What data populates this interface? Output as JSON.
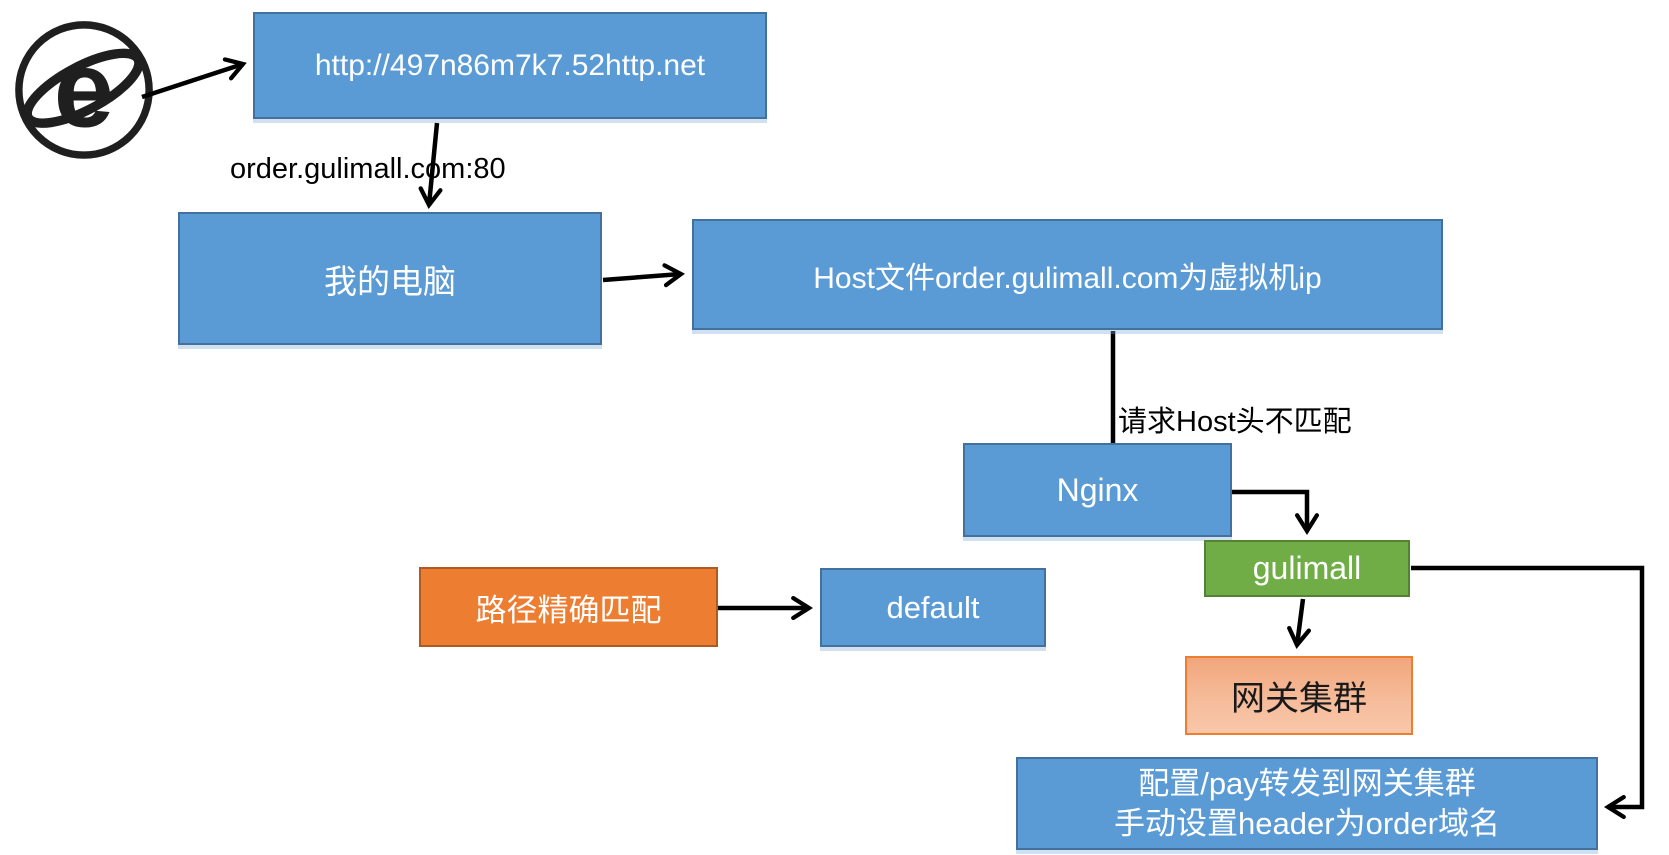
{
  "diagram": {
    "title_hint": "nginx-domain-routing-flow",
    "browser_icon": "internet-explorer-icon",
    "nodes": {
      "url_box": {
        "label": "http://497n86m7k7.52http.net"
      },
      "my_computer": {
        "label": "我的电脑"
      },
      "host_file": {
        "label": "Host文件order.gulimall.com为虚拟机ip"
      },
      "nginx": {
        "label": "Nginx"
      },
      "gulimall": {
        "label": "gulimall"
      },
      "path_match": {
        "label": "路径精确匹配"
      },
      "default_server": {
        "label": "default"
      },
      "gateway_cluster": {
        "label": "网关集群"
      },
      "pay_config": {
        "label_line1": "配置/pay转发到网关集群",
        "label_line2": "手动设置header为order域名"
      }
    },
    "edge_labels": {
      "request_domain": "order.gulimall.com:80",
      "host_mismatch": "请求Host头不匹配"
    },
    "colors": {
      "blue_fill": "#5B9BD5",
      "blue_border": "#41719C",
      "green_fill": "#70AD47",
      "green_border": "#548235",
      "orange_fill": "#ED7D31",
      "orange_border": "#AE5A21",
      "salmon_fill": "#F4B183",
      "salmon_border": "#ED7D31",
      "arrow": "#000000",
      "text_on_fill": "#FFFFFF",
      "text_plain": "#000000"
    }
  }
}
